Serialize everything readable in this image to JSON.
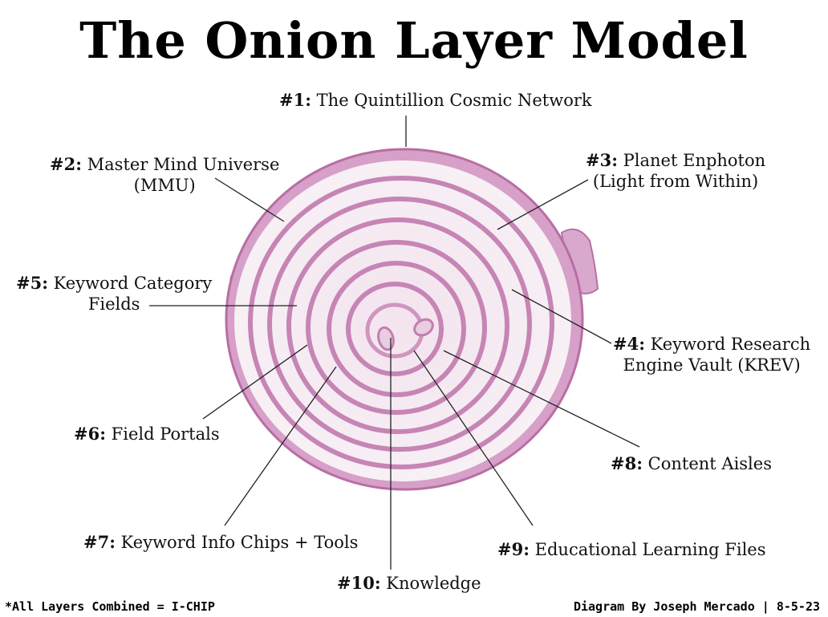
{
  "title": "The Onion Layer Model",
  "labels": [
    {
      "num": "#1:",
      "line1": "The Quintillion Cosmic Network",
      "line2": ""
    },
    {
      "num": "#2:",
      "line1": "Master Mind Universe",
      "line2": "(MMU)"
    },
    {
      "num": "#3:",
      "line1": "Planet Enphoton",
      "line2": "(Light from Within)"
    },
    {
      "num": "#4:",
      "line1": "Keyword Research",
      "line2": "Engine Vault (KREV)"
    },
    {
      "num": "#5:",
      "line1": "Keyword Category",
      "line2": "Fields"
    },
    {
      "num": "#6:",
      "line1": "Field Portals",
      "line2": ""
    },
    {
      "num": "#7:",
      "line1": "Keyword Info Chips + Tools",
      "line2": ""
    },
    {
      "num": "#8:",
      "line1": "Content Aisles",
      "line2": ""
    },
    {
      "num": "#9:",
      "line1": "Educational Learning Files",
      "line2": ""
    },
    {
      "num": "#10:",
      "line1": "Knowledge",
      "line2": ""
    }
  ],
  "footer": {
    "left": "*All Layers Combined = I-CHIP",
    "right": "Diagram By Joseph Mercado | 8-5-23"
  },
  "colors": {
    "onion_light": "#f6eef4",
    "onion_ring": "#c889b8",
    "onion_mid": "#e8cde0",
    "line": "#222222"
  }
}
